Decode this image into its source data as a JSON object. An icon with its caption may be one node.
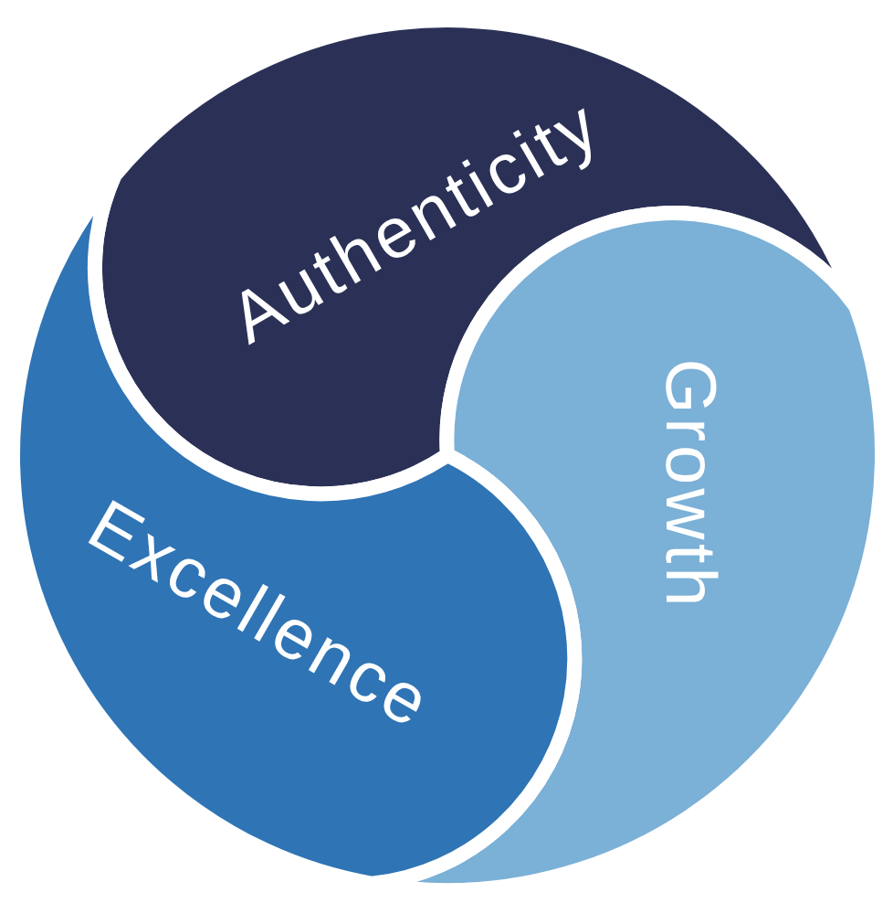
{
  "diagram": {
    "nodes": [
      {
        "text": [
          "Authenticity"
        ]
      },
      {
        "text": [
          "Growth"
        ]
      },
      {
        "text": [
          "Excellence"
        ]
      }
    ]
  }
}
